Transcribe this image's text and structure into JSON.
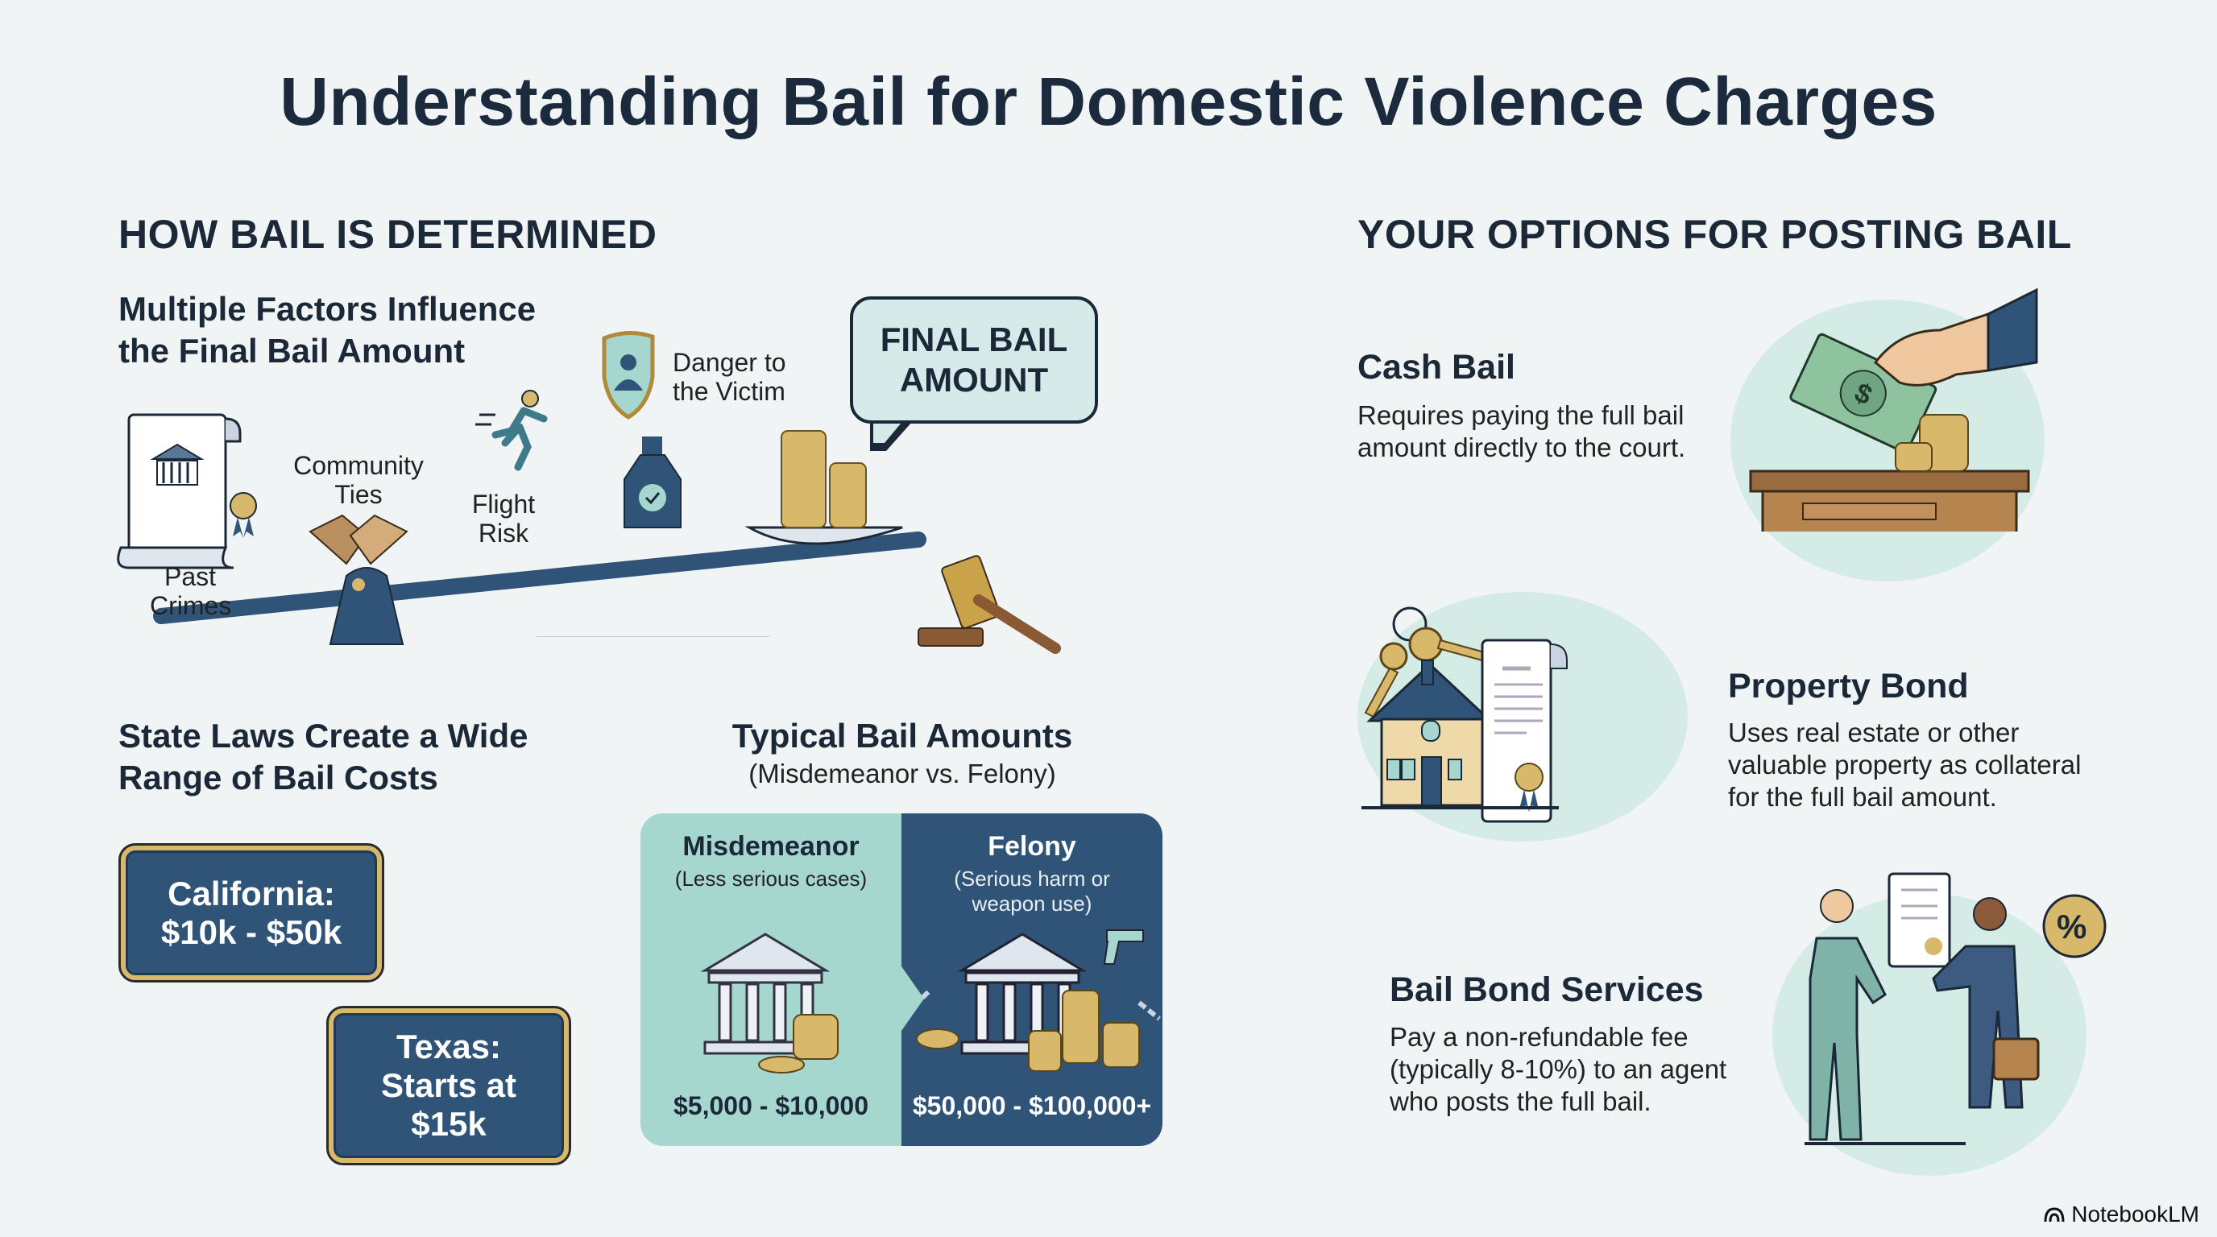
{
  "title": "Understanding Bail for Domestic Violence Charges",
  "left": {
    "section_title": "HOW BAIL IS DETERMINED",
    "factors": {
      "heading_line1": "Multiple Factors Influence",
      "heading_line2": "the Final Bail Amount",
      "items": [
        {
          "line1": "Past",
          "line2": "Crimes",
          "icon": "scroll-courthouse-icon"
        },
        {
          "line1": "Community",
          "line2": "Ties",
          "icon": "handshake-icon"
        },
        {
          "line1": "Flight",
          "line2": "Risk",
          "icon": "running-person-icon"
        },
        {
          "line1": "Danger to",
          "line2": "the Victim",
          "icon": "shield-person-icon"
        }
      ],
      "bubble_line1": "FINAL BAIL",
      "bubble_line2": "AMOUNT"
    },
    "state_laws": {
      "heading_line1": "State Laws Create a Wide",
      "heading_line2": "Range of Bail Costs",
      "california": {
        "line1": "California:",
        "line2": "$10k - $50k"
      },
      "texas": {
        "line1": "Texas:",
        "line2": "Starts at",
        "line3": "$15k"
      }
    },
    "typical": {
      "heading": "Typical Bail Amounts",
      "subheading": "(Misdemeanor vs. Felony)",
      "misdemeanor": {
        "title": "Misdemeanor",
        "sub": "(Less serious cases)",
        "amount": "$5,000 - $10,000"
      },
      "felony": {
        "title": "Felony",
        "sub_line1": "(Serious harm or",
        "sub_line2": "weapon use)",
        "amount": "$50,000 - $100,000+"
      }
    }
  },
  "right": {
    "section_title": "YOUR OPTIONS FOR POSTING BAIL",
    "options": [
      {
        "title": "Cash Bail",
        "lines": [
          "Requires paying the full bail",
          "amount directly to the court."
        ]
      },
      {
        "title": "Property Bond",
        "lines": [
          "Uses real estate or other",
          "valuable property as collateral",
          "for the full bail amount."
        ]
      },
      {
        "title": "Bail Bond Services",
        "lines": [
          "Pay a non-refundable fee",
          "(typically 8-10%) to an agent",
          "who posts the full bail."
        ]
      }
    ]
  },
  "footer": {
    "brand": "NotebookLM"
  },
  "colors": {
    "navy": "#2f5478",
    "teal": "#a6d7cf",
    "gold": "#d8b86a",
    "text": "#1b2838"
  }
}
